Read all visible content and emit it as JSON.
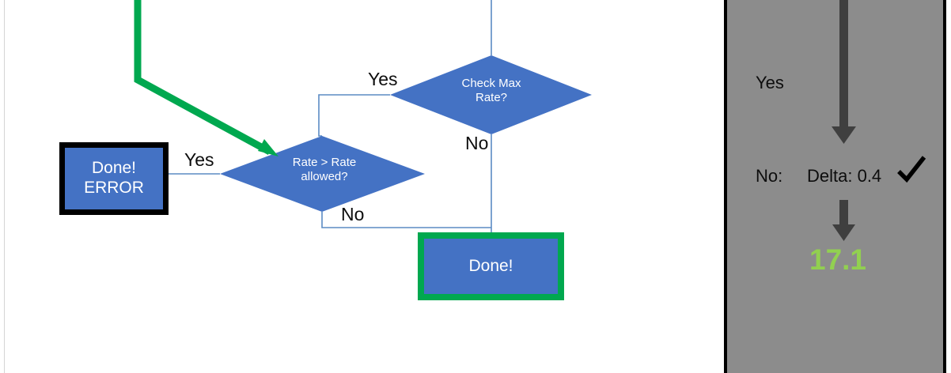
{
  "colors": {
    "node_fill": "#4472c4",
    "node_text": "#ffffff",
    "connector": "#5b8bc4",
    "green_accent": "#00a84f",
    "black_border": "#000000",
    "panel_bg": "#8c8c8c",
    "arrow_gray": "#3f3f3f",
    "value_green": "#92d050",
    "label_text": "#0d0d0d"
  },
  "flowchart": {
    "nodes": [
      {
        "id": "done-error",
        "shape": "rectangle",
        "label": "Done!\nERROR",
        "border": "black"
      },
      {
        "id": "rate-gt-allowed",
        "shape": "diamond",
        "label": "Rate > Rate\nallowed?"
      },
      {
        "id": "check-max-rate",
        "shape": "diamond",
        "label": "Check Max\nRate?"
      },
      {
        "id": "done",
        "shape": "rectangle",
        "label": "Done!",
        "border": "green"
      }
    ],
    "edge_labels": {
      "yes_to_error": "Yes",
      "no_from_rate": "No",
      "yes_to_rate": "Yes",
      "no_from_check_max": "No"
    }
  },
  "panel": {
    "yes_label": "Yes",
    "no_label": "No:",
    "delta_label": "Delta: 0.4",
    "check_icon": "checkmark-icon",
    "value": "17.1"
  }
}
